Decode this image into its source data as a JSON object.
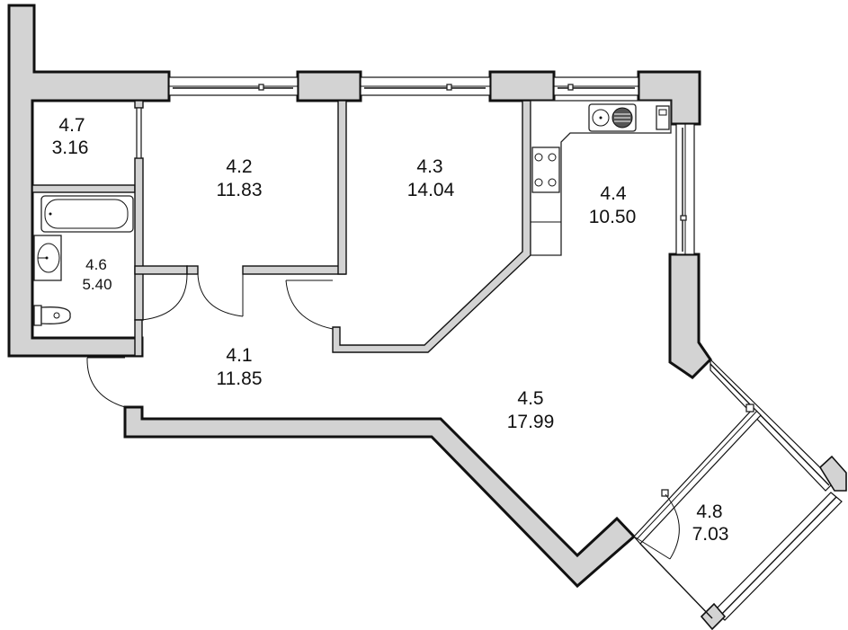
{
  "rooms": [
    {
      "id": "r47",
      "number": "4.7",
      "area": "3.16"
    },
    {
      "id": "r42",
      "number": "4.2",
      "area": "11.83"
    },
    {
      "id": "r43",
      "number": "4.3",
      "area": "14.04"
    },
    {
      "id": "r44",
      "number": "4.4",
      "area": "10.50"
    },
    {
      "id": "r46",
      "number": "4.6",
      "area": "5.40"
    },
    {
      "id": "r41",
      "number": "4.1",
      "area": "11.85"
    },
    {
      "id": "r45",
      "number": "4.5",
      "area": "17.99"
    },
    {
      "id": "r48",
      "number": "4.8",
      "area": "7.03"
    }
  ]
}
